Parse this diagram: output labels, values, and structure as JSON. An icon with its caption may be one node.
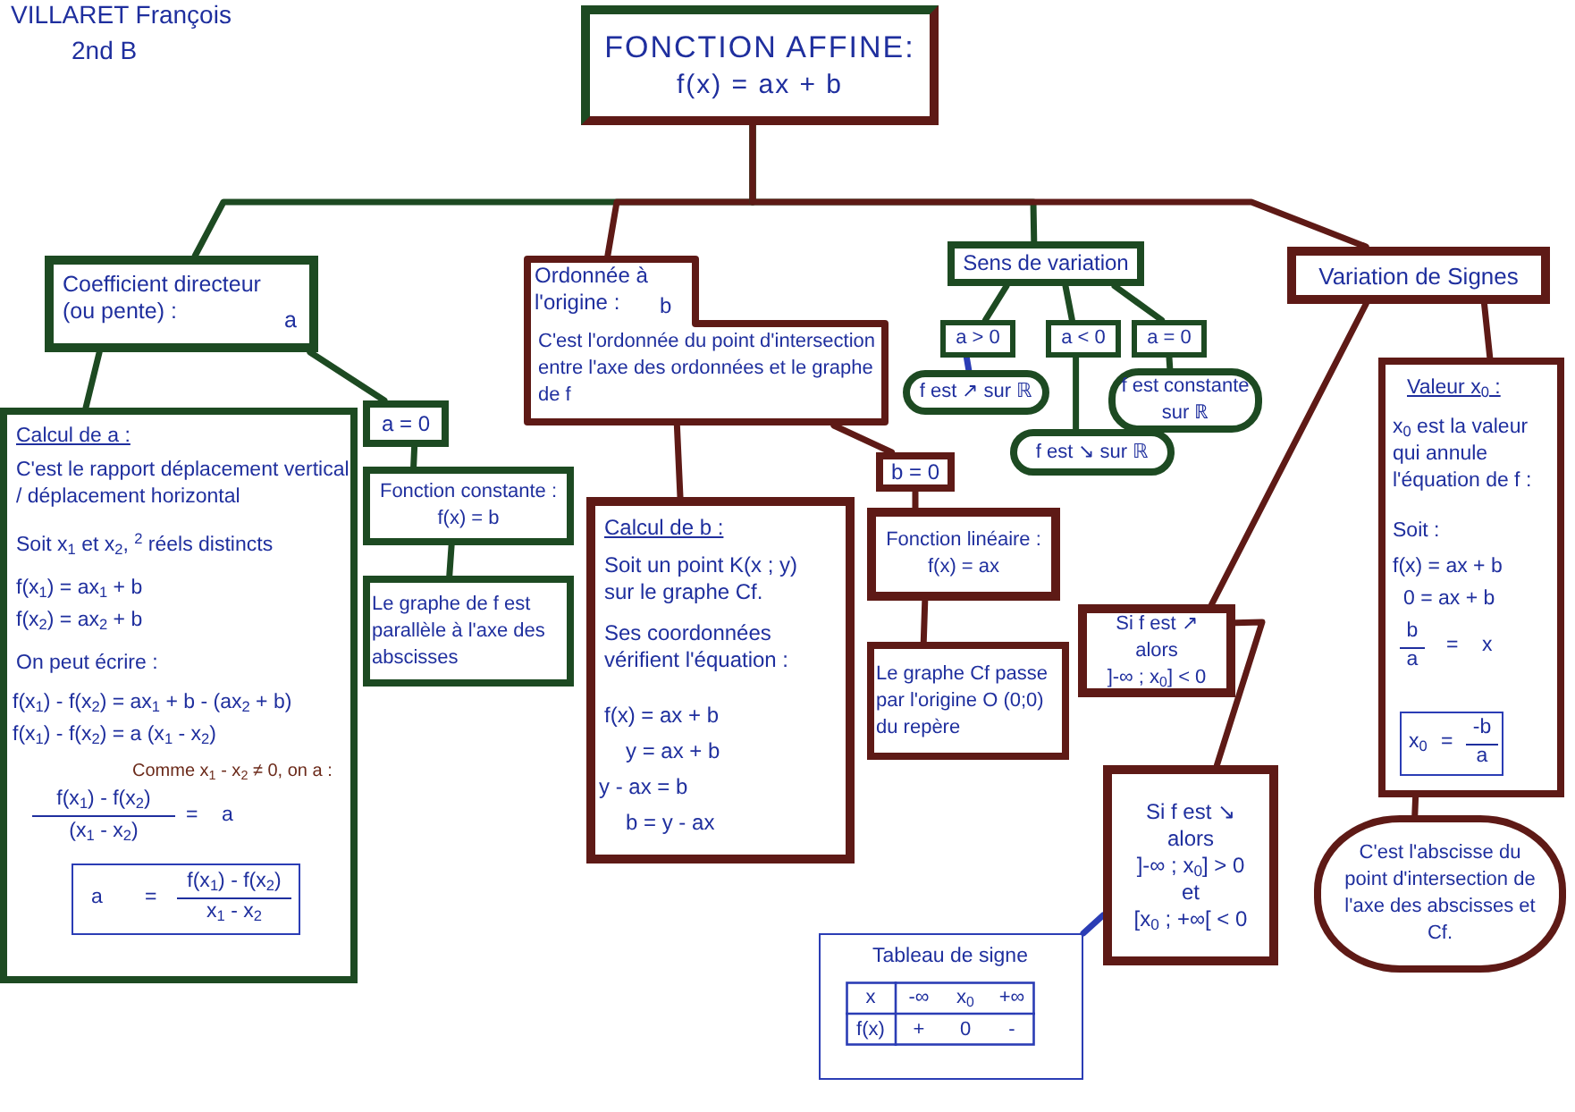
{
  "diagram": {
    "nodes": [
      {
        "text": [
          "FONCTION AFFINE:",
          "f(x) = ax + b"
        ]
      },
      {
        "text": [
          "Coefficient directeur (ou pente) :",
          "a"
        ]
      },
      {
        "text": [
          "Calcul de a :",
          "C'est le rapport déplacement vertical / déplacement horizontal",
          "Soit x$_{1}$ et x$_{2}$, $^{2}$ réels distincts",
          "f(x$_{1}$) = ax$_{1}$ + b",
          "f(x$_{2}$) = ax$_{2}$ + b",
          "On peut écrire :",
          "f(x$_{1}$) - f(x$_{2}$) = ax$_{1}$ + b - (ax$_{2}$ + b)",
          "f(x$_{1}$) - f(x$_{2}$) = a (x$_{1}$ - x$_{2}$)",
          "Comme x$_{1}$ - x$_{2}$ ≠ 0, on a :",
          "f(x$_{1}$) - f(x$_{2}$)",
          "(x$_{1}$ - x$_{2}$)",
          "=",
          "a"
        ]
      },
      {
        "text": [
          "a",
          "=",
          "f(x$_{1}$) - f(x$_{2}$)",
          "x$_{1}$ - x$_{2}$"
        ],
        "in": 2
      },
      {
        "text": [
          "a = 0"
        ]
      },
      {
        "text": [
          "Fonction constante :",
          "f(x) = b"
        ]
      },
      {
        "text": [
          "Le graphe de f est parallèle à l'axe des abscisses"
        ]
      },
      {
        "text": [
          "Ordonnée à l'origine :",
          "b",
          "C'est l'ordonnée du point d'intersection entre l'axe des ordonnées et le graphe de f"
        ]
      },
      {
        "text": [
          "Calcul de b :",
          "Soit un point K(x ; y) sur le graphe Cf.",
          "Ses coordonnées vérifient l'équation :",
          "f(x) = ax + b",
          "y = ax + b",
          "y - ax = b",
          "b = y - ax"
        ]
      },
      {
        "text": [
          "b = 0"
        ]
      },
      {
        "text": [
          "Fonction linéaire :",
          "f(x) = ax"
        ]
      },
      {
        "text": [
          "Le graphe Cf passe par l'origine O (0;0) du repère"
        ]
      },
      {
        "text": [
          "Sens de variation"
        ]
      },
      {
        "text": [
          "a > 0"
        ]
      },
      {
        "text": [
          "a < 0"
        ]
      },
      {
        "text": [
          "a = 0"
        ]
      },
      {
        "text": [
          "f est ↗ sur ℝ"
        ]
      },
      {
        "text": [
          "f est ↘ sur ℝ"
        ]
      },
      {
        "text": [
          "f est constante sur ℝ"
        ]
      },
      {
        "text": [
          "Variation de Signes"
        ]
      },
      {
        "text": [
          "Si f est ↗ alors",
          "]-∞ ; x$_{0}$] < 0"
        ]
      },
      {
        "text": [
          "Si f est ↘ alors",
          "]-∞ ; x$_{0}$] > 0",
          "et",
          "[x$_{0}$ ; +∞[ < 0"
        ]
      },
      {
        "text": [
          "Valeur x$_{0}$ :",
          "x$_{0}$ est la valeur qui annule l'équation de f :",
          "Soit :",
          "f(x) = ax + b",
          "0 = ax + b",
          "b",
          "a",
          "=",
          "x"
        ]
      },
      {
        "text": [
          "x$_{0}$",
          "=",
          "-b",
          "a"
        ],
        "in": 22
      },
      {
        "text": [
          "C'est l'abscisse du point d'intersection de l'axe des abscisses et Cf."
        ]
      },
      {
        "text": [
          "Tableau de signe",
          "x",
          "-∞",
          "x$_{0}$",
          "+∞",
          "f(x)",
          "+",
          "0",
          "-"
        ]
      }
    ],
    "edges": [
      {
        "from": 0,
        "to": 1,
        "arrow": "none"
      },
      {
        "from": 0,
        "to": 7,
        "arrow": "none",
        "color": "#5e1a16"
      },
      {
        "from": 0,
        "to": 12,
        "arrow": "none"
      },
      {
        "from": 0,
        "to": 19,
        "arrow": "none",
        "color": "#5e1a16"
      },
      {
        "from": 1,
        "to": 2,
        "arrow": "none"
      },
      {
        "from": 1,
        "to": 4,
        "arrow": "none"
      },
      {
        "from": 4,
        "to": 5,
        "arrow": "none"
      },
      {
        "from": 5,
        "to": 6,
        "arrow": "none"
      },
      {
        "from": 7,
        "to": 8,
        "arrow": "none",
        "color": "#5e1a16"
      },
      {
        "from": 7,
        "to": 9,
        "arrow": "none",
        "color": "#5e1a16"
      },
      {
        "from": 9,
        "to": 10,
        "arrow": "none",
        "color": "#5e1a16"
      },
      {
        "from": 10,
        "to": 11,
        "arrow": "none",
        "color": "#5e1a16"
      },
      {
        "from": 12,
        "to": 13,
        "arrow": "none"
      },
      {
        "from": 12,
        "to": 14,
        "arrow": "none"
      },
      {
        "from": 12,
        "to": 15,
        "arrow": "none"
      },
      {
        "from": 13,
        "to": 16,
        "arrow": "none",
        "color": "#2b3db5"
      },
      {
        "from": 14,
        "to": 17,
        "arrow": "none"
      },
      {
        "from": 15,
        "to": 18,
        "arrow": "none"
      },
      {
        "from": 19,
        "to": 20,
        "arrow": "none",
        "color": "#5e1a16"
      },
      {
        "from": 20,
        "to": 21,
        "arrow": "none",
        "color": "#5e1a16"
      },
      {
        "from": 19,
        "to": 22,
        "arrow": "none",
        "color": "#5e1a16"
      },
      {
        "from": 22,
        "to": 24,
        "arrow": "none",
        "color": "#5e1a16"
      },
      {
        "from": 25,
        "to": 21,
        "arrow": "none",
        "color": "#2b3db5"
      }
    ],
    "labels": [
      "VILLARET François",
      "2nd B"
    ]
  }
}
